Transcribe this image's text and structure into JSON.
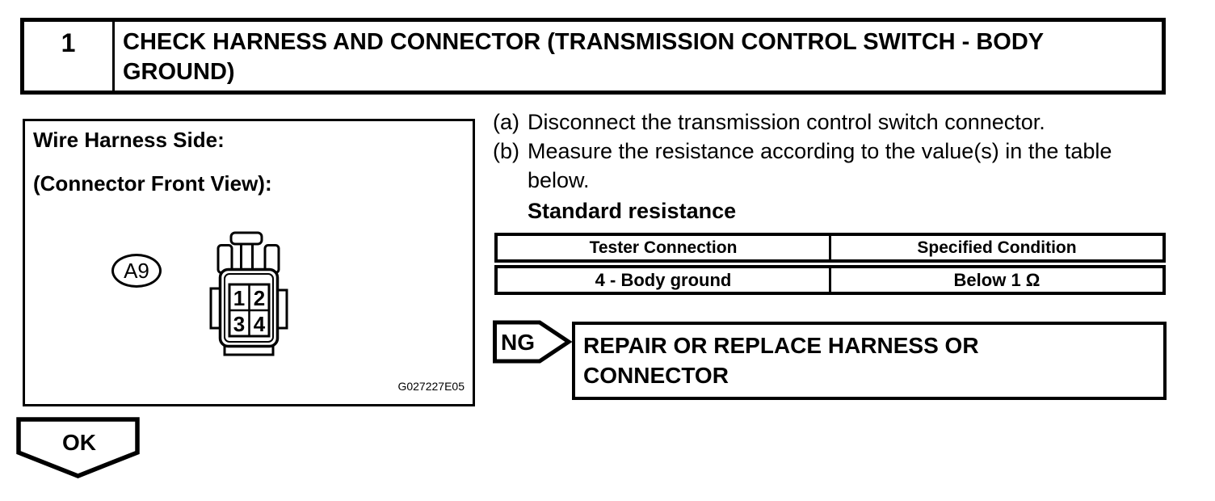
{
  "step": {
    "number": "1",
    "title_lines": [
      "CHECK HARNESS AND CONNECTOR (TRANSMISSION CONTROL SWITCH - BODY",
      "GROUND)"
    ]
  },
  "figure": {
    "label1": "Wire Harness Side:",
    "label2": "(Connector Front View):",
    "connector_id": "A9",
    "pins": [
      "1",
      "2",
      "3",
      "4"
    ],
    "figure_code": "G027227E05"
  },
  "instructions": [
    {
      "label": "(a)",
      "text": "Disconnect the transmission control switch connector."
    },
    {
      "label": "(b)",
      "text": "Measure the resistance according to the value(s) in the table below."
    }
  ],
  "standard_resistance_label": "Standard resistance",
  "spec_table": {
    "columns": [
      "Tester Connection",
      "Specified Condition"
    ],
    "rows": [
      [
        "4 - Body ground",
        "Below 1 Ω"
      ]
    ]
  },
  "ng": {
    "label": "NG",
    "action_lines": [
      "REPAIR OR REPLACE HARNESS OR",
      "CONNECTOR"
    ]
  },
  "ok": {
    "label": "OK"
  }
}
